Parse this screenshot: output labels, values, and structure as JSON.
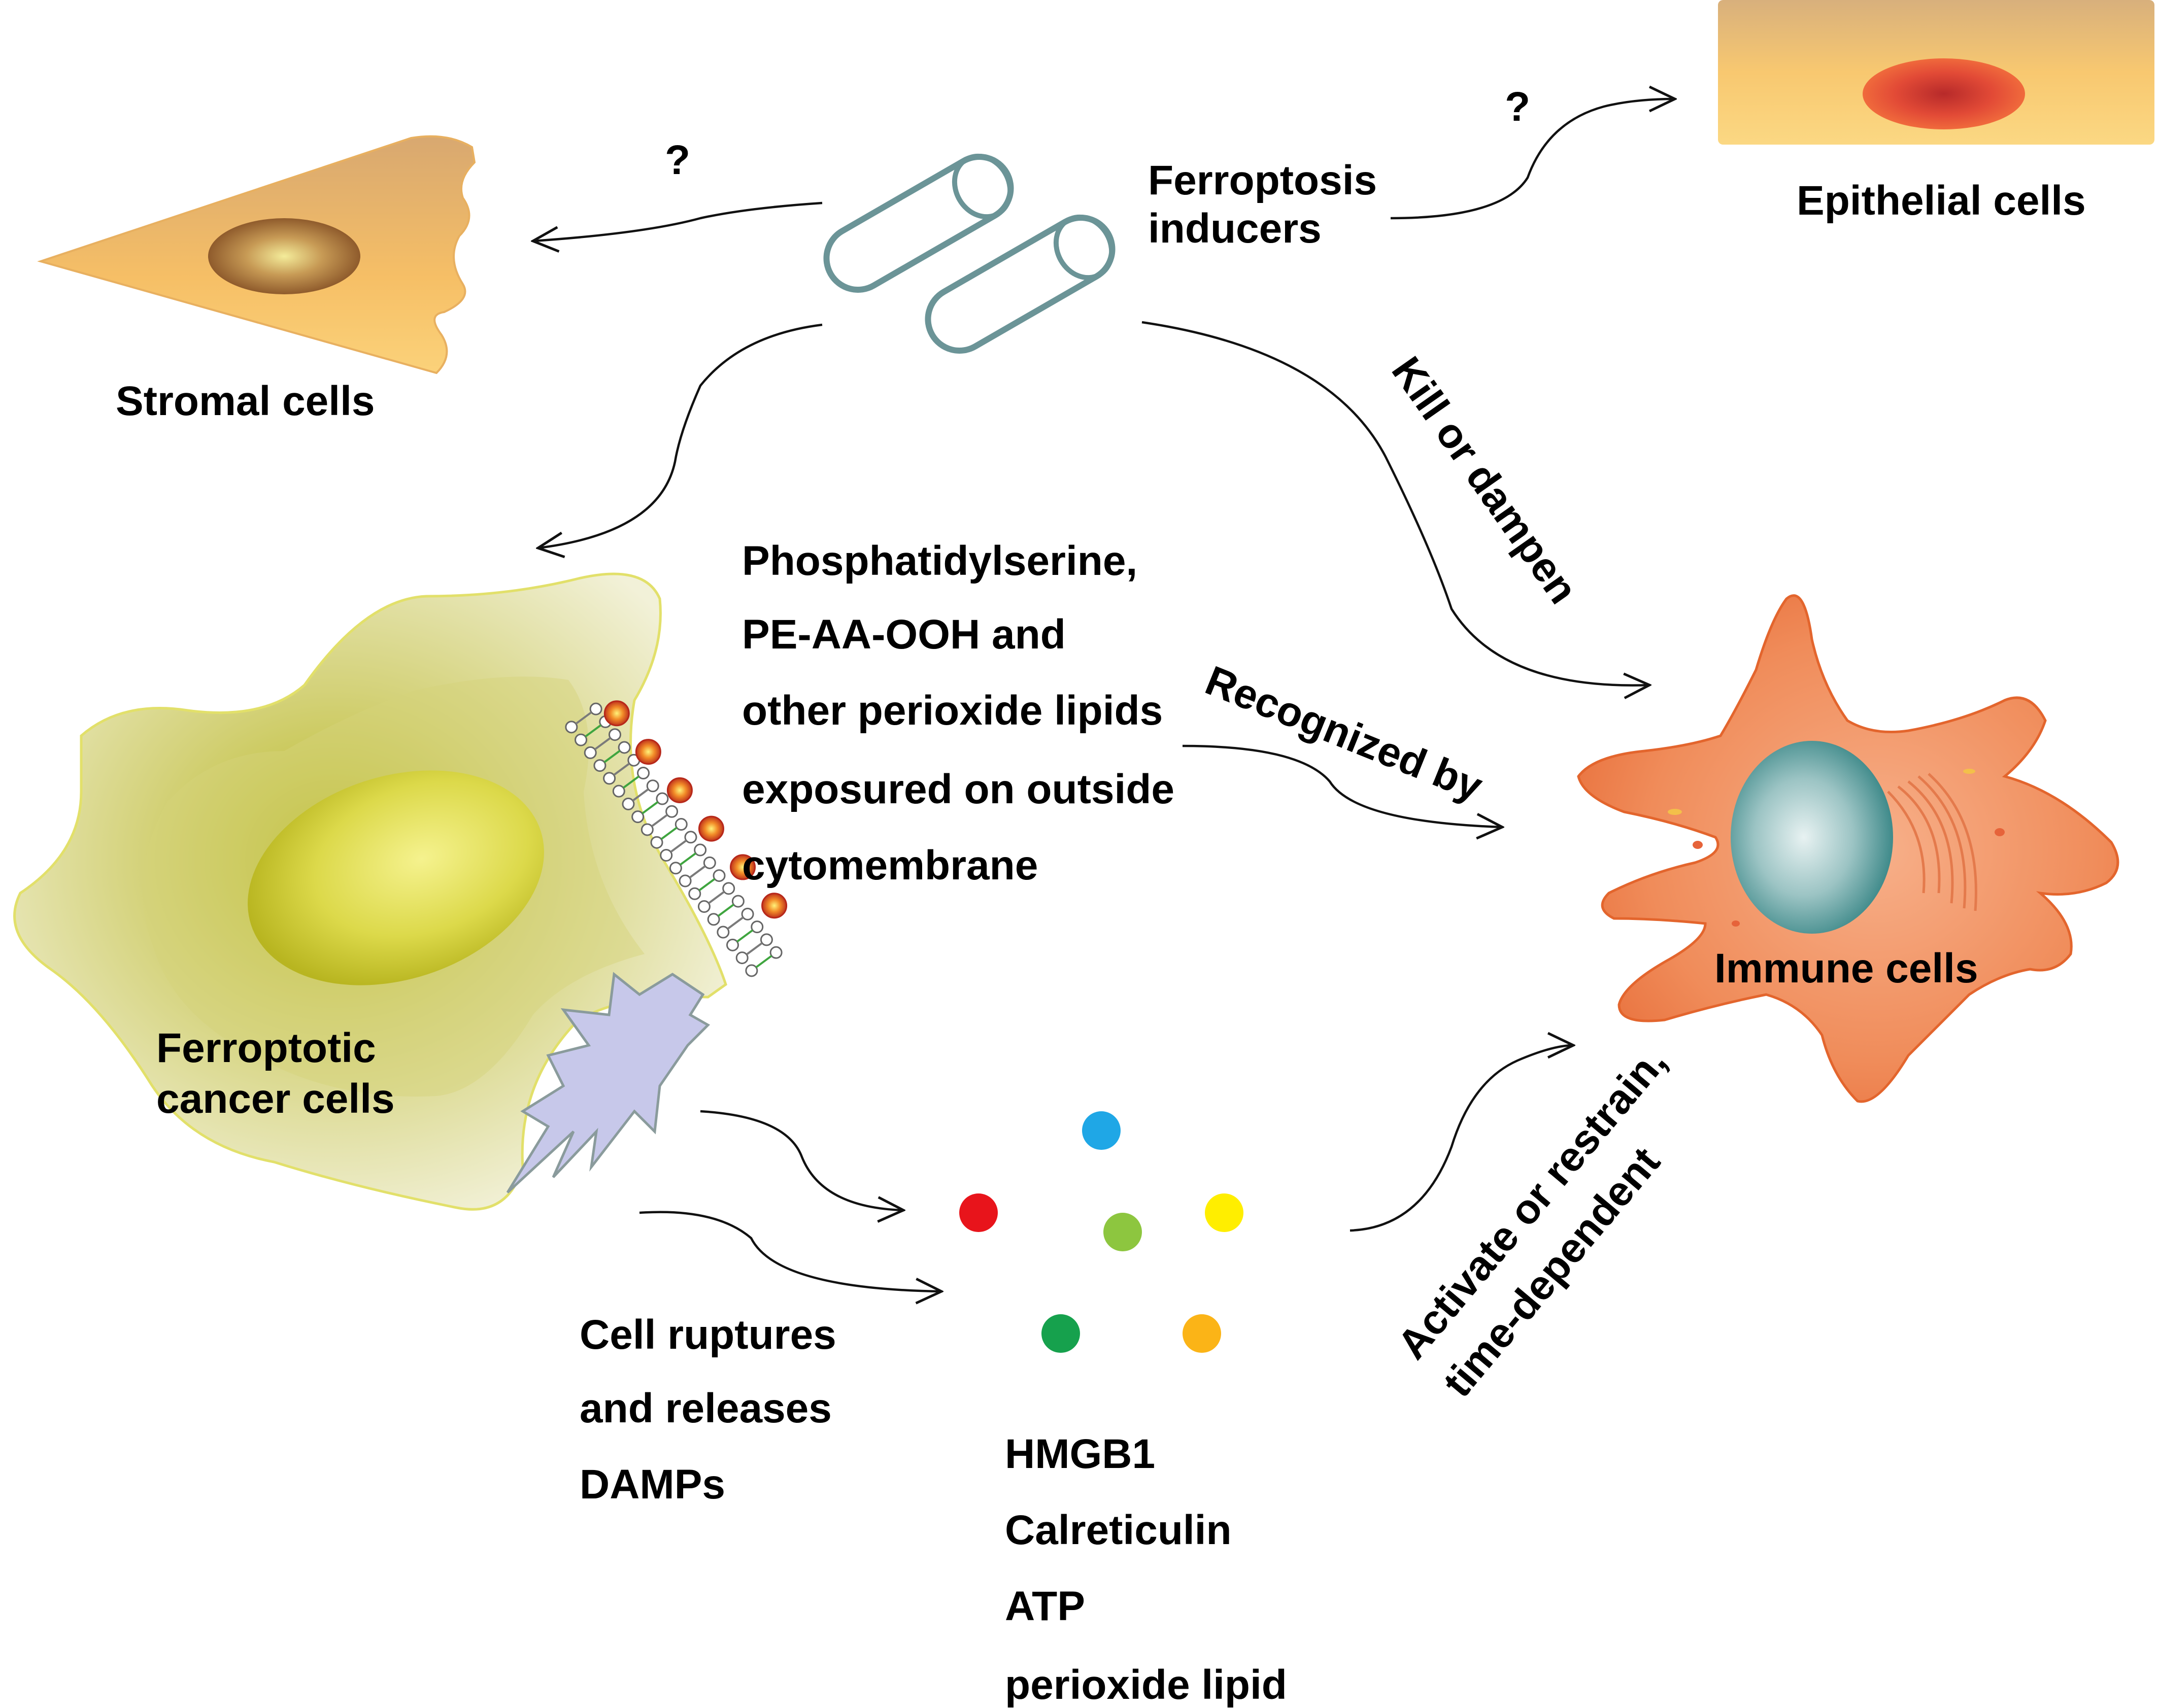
{
  "title": "",
  "nodes": {
    "ferroptosis_inducers": [
      "Ferroptosis",
      "inducers"
    ],
    "stromal_cells": "Stromal cells",
    "epithelial_cells": "Epithelial cells",
    "ferroptotic_cancer_cells": [
      "Ferroptotic",
      "cancer cells"
    ],
    "immune_cells": "Immune cells"
  },
  "edges": {
    "to_stromal": "?",
    "to_epithelial": "?",
    "kill_or_dampen": "Kill or  dampen",
    "recognized_by": "Recognized by",
    "activate_or_restrain": [
      "Activate or restrain,",
      "time-dependent"
    ]
  },
  "lipid_text": [
    "Phosphatidylserine,",
    "PE-AA-OOH and",
    "other perioxide lipids",
    "exposured  on outside",
    "cytomembrane"
  ],
  "damp_text": [
    "Cell ruptures",
    "and releases",
    "DAMPs"
  ],
  "damp_list": [
    "HMGB1",
    "Calreticulin",
    "ATP",
    "perioxide lipid"
  ],
  "damp_dot_colors": [
    "#1fa7e6",
    "#e8141b",
    "#8dc63f",
    "#ffee00",
    "#16a14d",
    "#fbb417"
  ],
  "colors": {
    "stromal_body": "#f6bf66",
    "epithelial_body": "#f8cd74",
    "epithelial_nucleus": "#e14a36",
    "cancer_body": "#ecebc4",
    "cancer_nucleus": "#d8d84a",
    "immune_body": "#f0905c",
    "immune_nucleus": "#4f9a9a",
    "pill_stroke": "#6b9497",
    "rupture": "#c7c8ea"
  }
}
